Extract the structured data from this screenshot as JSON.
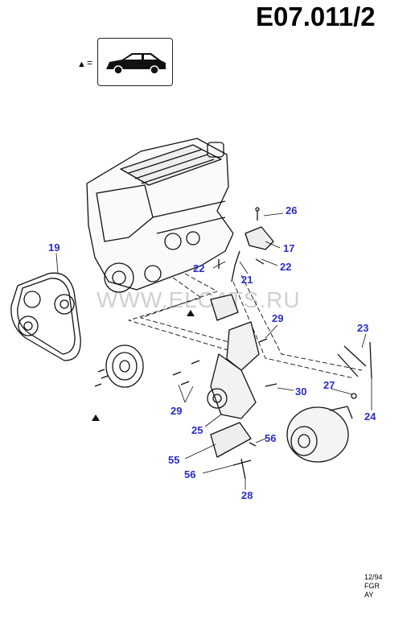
{
  "title": "E07.011/2",
  "legend": {
    "symbol": "▲",
    "equals": "=",
    "icon": "car-icon"
  },
  "watermark": "WWW.ELCATS.RU",
  "footer": {
    "line1": "12/94",
    "line2": "FGR",
    "line3": "AY"
  },
  "callouts": {
    "c19": "19",
    "c26": "26",
    "c17": "17",
    "c22a": "22",
    "c22b": "22",
    "c21": "21",
    "c29a": "29",
    "c29b": "29",
    "c23": "23",
    "c27": "27",
    "c30": "30",
    "c24": "24",
    "c25": "25",
    "c56a": "56",
    "c55": "55",
    "c56b": "56",
    "c28": "28"
  },
  "colors": {
    "callout": "#2a2acf",
    "line": "#111111"
  }
}
